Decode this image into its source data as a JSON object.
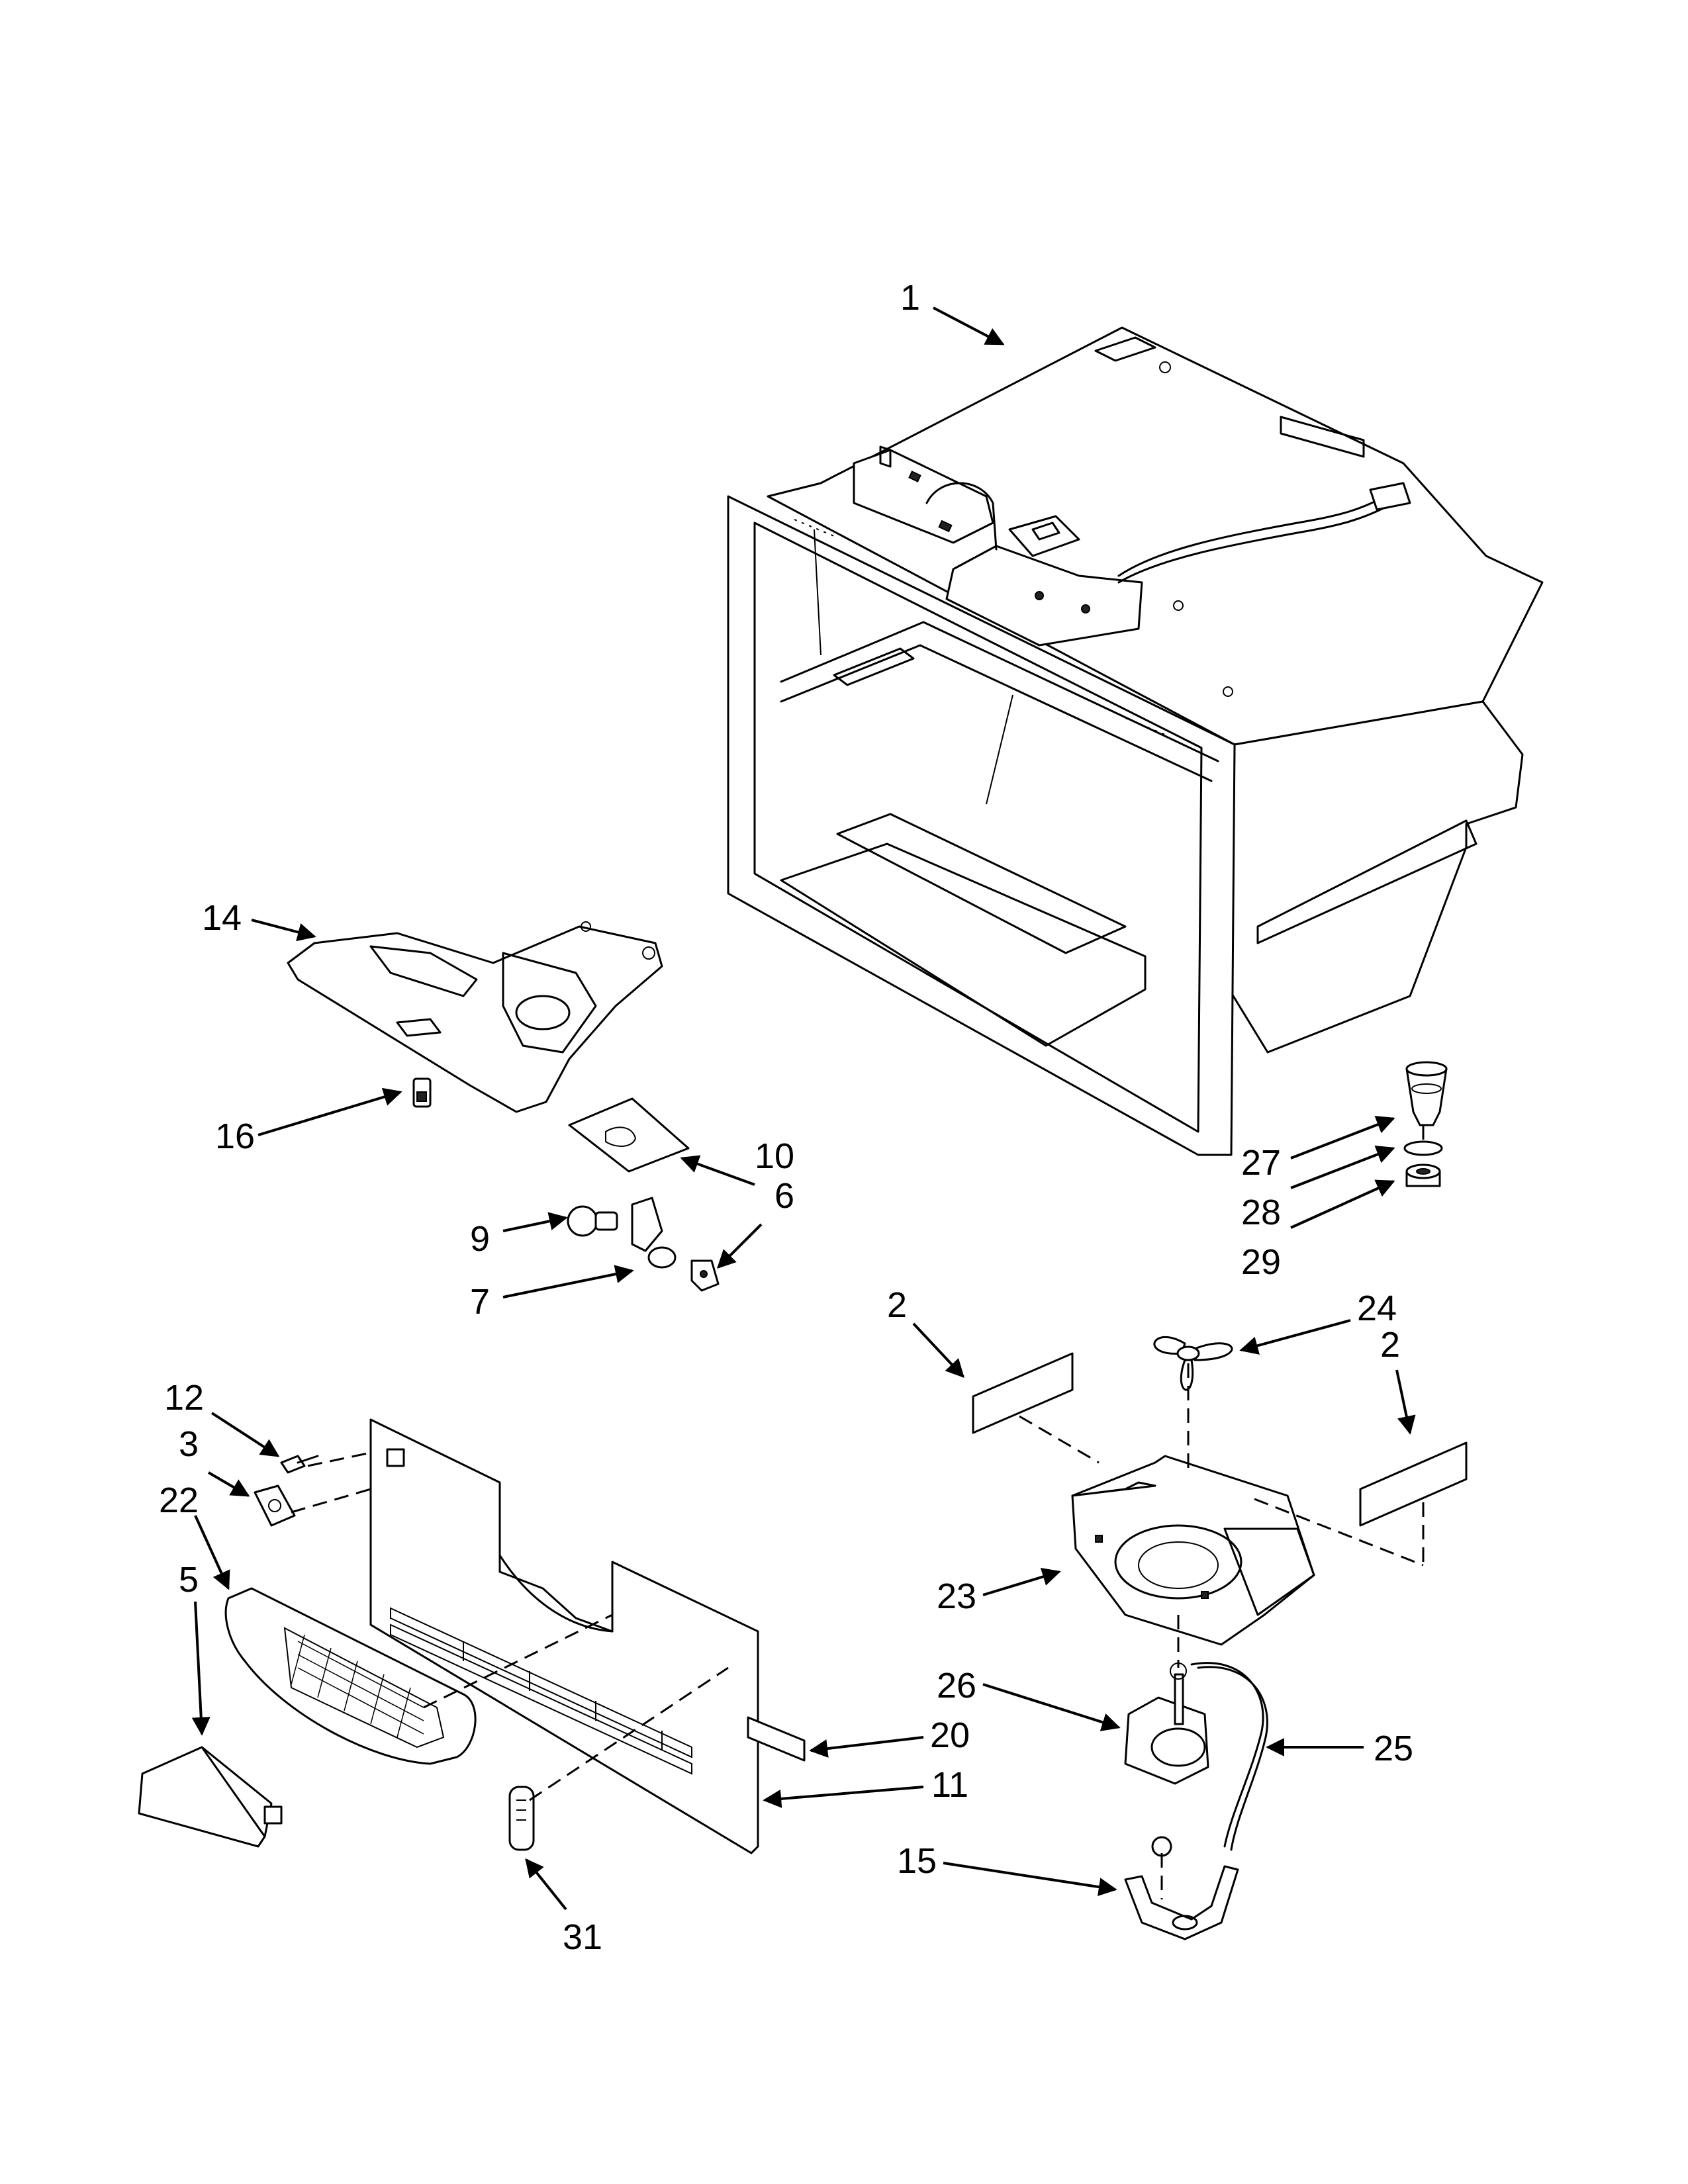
{
  "diagram": {
    "callouts": [
      {
        "id": "1",
        "text": "1"
      },
      {
        "id": "2a",
        "text": "2"
      },
      {
        "id": "2b",
        "text": "2"
      },
      {
        "id": "3",
        "text": "3"
      },
      {
        "id": "5",
        "text": "5"
      },
      {
        "id": "6",
        "text": "6"
      },
      {
        "id": "7",
        "text": "7"
      },
      {
        "id": "9",
        "text": "9"
      },
      {
        "id": "10",
        "text": "10"
      },
      {
        "id": "11",
        "text": "11"
      },
      {
        "id": "12",
        "text": "12"
      },
      {
        "id": "14",
        "text": "14"
      },
      {
        "id": "15",
        "text": "15"
      },
      {
        "id": "16",
        "text": "16"
      },
      {
        "id": "20",
        "text": "20"
      },
      {
        "id": "22",
        "text": "22"
      },
      {
        "id": "23",
        "text": "23"
      },
      {
        "id": "24",
        "text": "24"
      },
      {
        "id": "25",
        "text": "25"
      },
      {
        "id": "26",
        "text": "26"
      },
      {
        "id": "27",
        "text": "27"
      },
      {
        "id": "28",
        "text": "28"
      },
      {
        "id": "29",
        "text": "29"
      },
      {
        "id": "31",
        "text": "31"
      }
    ]
  }
}
